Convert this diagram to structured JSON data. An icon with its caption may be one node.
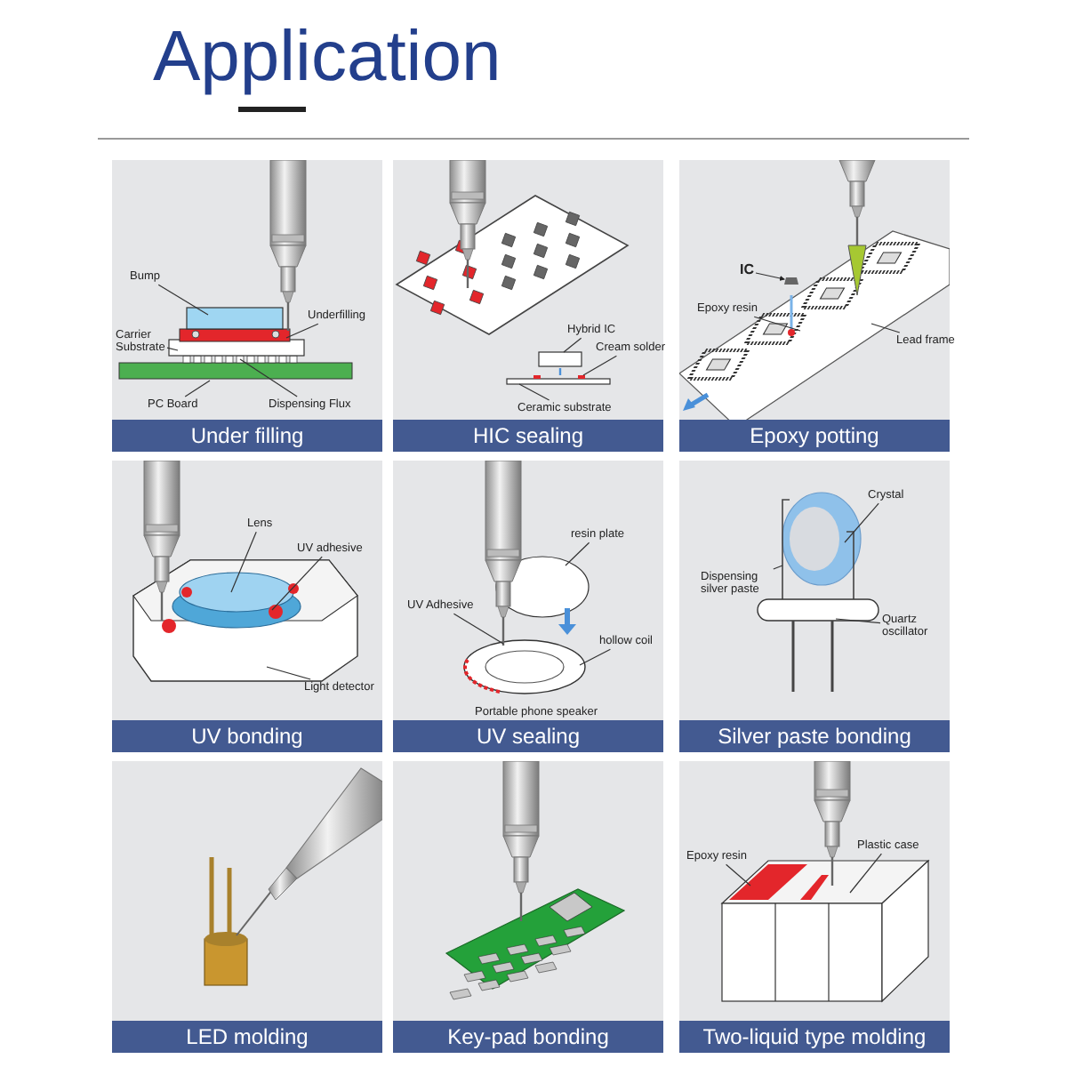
{
  "diagram": {
    "title": "Application",
    "nodes": [
      {
        "text": [
          "Under filling"
        ]
      },
      {
        "text": [
          "HIC sealing"
        ]
      },
      {
        "text": [
          "Epoxy potting"
        ]
      },
      {
        "text": [
          "UV bonding"
        ]
      },
      {
        "text": [
          "UV sealing"
        ]
      },
      {
        "text": [
          "Silver paste bonding"
        ]
      },
      {
        "text": [
          "LED molding"
        ]
      },
      {
        "text": [
          "Key-pad bonding"
        ]
      },
      {
        "text": [
          "Two-liquid type molding"
        ]
      },
      {
        "text": [
          "Bump"
        ],
        "in": 0
      },
      {
        "text": [
          "Underfilling"
        ],
        "in": 0
      },
      {
        "text": [
          "Carrier Substrate"
        ],
        "in": 0
      },
      {
        "text": [
          "PC Board"
        ],
        "in": 0
      },
      {
        "text": [
          "Dispensing Flux"
        ],
        "in": 0
      },
      {
        "text": [
          "Hybrid IC"
        ],
        "in": 1
      },
      {
        "text": [
          "Cream solder"
        ],
        "in": 1
      },
      {
        "text": [
          "Ceramic substrate"
        ],
        "in": 1
      },
      {
        "text": [
          "IC"
        ],
        "in": 2
      },
      {
        "text": [
          "Epoxy resin"
        ],
        "in": 2
      },
      {
        "text": [
          "Lead frame"
        ],
        "in": 2
      },
      {
        "text": [
          "Lens"
        ],
        "in": 3
      },
      {
        "text": [
          "UV adhesive"
        ],
        "in": 3
      },
      {
        "text": [
          "Light detector"
        ],
        "in": 3
      },
      {
        "text": [
          "resin plate"
        ],
        "in": 4
      },
      {
        "text": [
          "UV Adhesive"
        ],
        "in": 4
      },
      {
        "text": [
          "hollow coil"
        ],
        "in": 4
      },
      {
        "text": [
          "Dispensing silver paste"
        ],
        "in": 5
      },
      {
        "text": [
          "Crystal"
        ],
        "in": 5
      },
      {
        "text": [
          "Quartz oscillator"
        ],
        "in": 5
      },
      {
        "text": [
          "Plastic case"
        ],
        "in": 8
      },
      {
        "text": [
          "Epoxy resin"
        ],
        "in": 8
      }
    ],
    "edges": [
      {
        "from": 9,
        "to": null,
        "arrow": "none"
      },
      {
        "from": 10,
        "to": null,
        "arrow": "none"
      },
      {
        "from": 11,
        "to": null,
        "arrow": "none"
      },
      {
        "from": 12,
        "to": null,
        "arrow": "none"
      },
      {
        "from": 13,
        "to": null,
        "arrow": "none"
      },
      {
        "from": 14,
        "to": null,
        "arrow": "none"
      },
      {
        "from": 15,
        "to": null,
        "arrow": "none"
      },
      {
        "from": 16,
        "to": null,
        "arrow": "none"
      },
      {
        "from": 17,
        "to": null,
        "arrow": "to"
      },
      {
        "from": 18,
        "to": null,
        "arrow": "none"
      },
      {
        "from": 19,
        "to": null,
        "arrow": "none"
      },
      {
        "from": 20,
        "to": null,
        "arrow": "none"
      },
      {
        "from": 21,
        "to": null,
        "arrow": "none"
      },
      {
        "from": 22,
        "to": null,
        "arrow": "none"
      },
      {
        "from": 23,
        "to": null,
        "arrow": "none"
      },
      {
        "from": 24,
        "to": null,
        "arrow": "none"
      },
      {
        "from": 25,
        "to": null,
        "arrow": "none"
      },
      {
        "from": 26,
        "to": null,
        "arrow": "none"
      },
      {
        "from": 27,
        "to": null,
        "arrow": "none"
      },
      {
        "from": 28,
        "to": null,
        "arrow": "none"
      },
      {
        "from": 29,
        "to": null,
        "arrow": "none"
      },
      {
        "from": 30,
        "to": null,
        "arrow": "none"
      }
    ],
    "labels": [
      "Portable phone speaker"
    ]
  }
}
